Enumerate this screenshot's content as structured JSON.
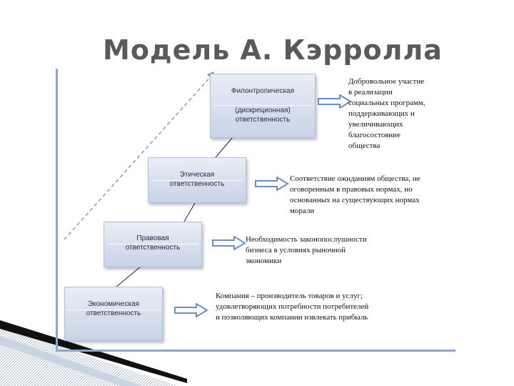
{
  "slide": {
    "title": "Модель А. Кэрролла"
  },
  "diagram": {
    "levels": [
      {
        "box_lines": [
          "Экономическая",
          "ответственность"
        ],
        "desc_lines": [
          "Компания – производитель товаров и услуг;",
          "удовлетворяющих потребности потребителей",
          "и позволяющих компании извлекать прибыль"
        ]
      },
      {
        "box_lines": [
          "Правовая",
          "ответственность"
        ],
        "desc_lines": [
          "Необходимость законопослушности",
          "бизнеса в условиях рыночной",
          "экономики"
        ]
      },
      {
        "box_lines": [
          "Этическая",
          "ответственность"
        ],
        "desc_lines": [
          "Соответствие ожиданиям общества, не",
          "оговоренным в правовых нормах, но",
          "основанных на существующих нормах",
          "морали"
        ]
      },
      {
        "box_lines": [
          "Филонтропическая",
          "(дискреционная)",
          "ответственность"
        ],
        "desc_lines": [
          "Добровольное участие",
          "в реализации",
          "социальных программ,",
          "поддерживающих и",
          "увеличивающих",
          "благосостояние",
          "общества"
        ]
      }
    ]
  }
}
